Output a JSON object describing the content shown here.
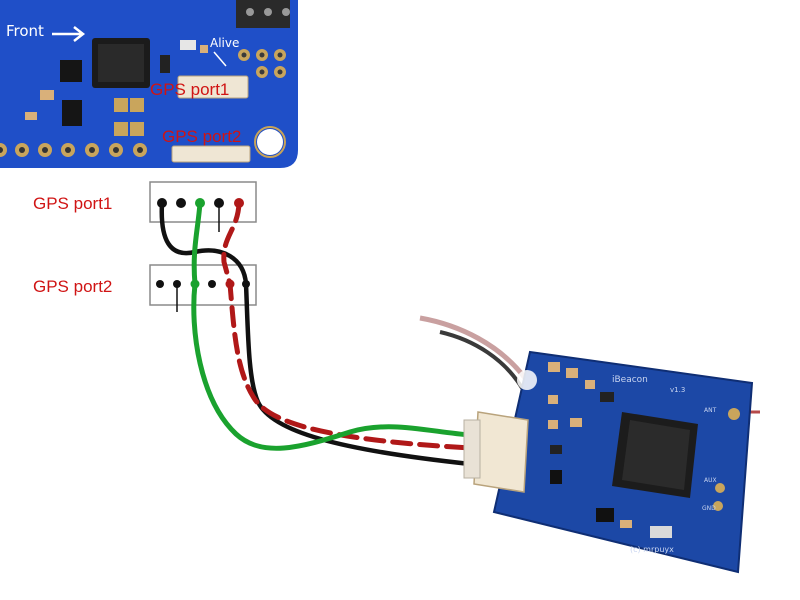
{
  "board": {
    "silk_front": "Front",
    "silk_alive": "Alive",
    "port1_label": "GPS port1",
    "port2_label": "GPS port2"
  },
  "pins": {
    "port1_label": "GPS port1",
    "port2_label": "GPS port2"
  },
  "module": {
    "name": "iBeacon",
    "version": "v1.3",
    "ant": "ANT",
    "aux": "AUX",
    "gnd": "GND",
    "copyright": "(c) mrpuyx"
  },
  "colors": {
    "pcb_blue": "#1f4fc8",
    "label_red": "#d01414",
    "wire_green": "#1aa22e",
    "wire_red": "#b01818",
    "wire_black": "#111111",
    "module_blue": "#1c48a6"
  }
}
